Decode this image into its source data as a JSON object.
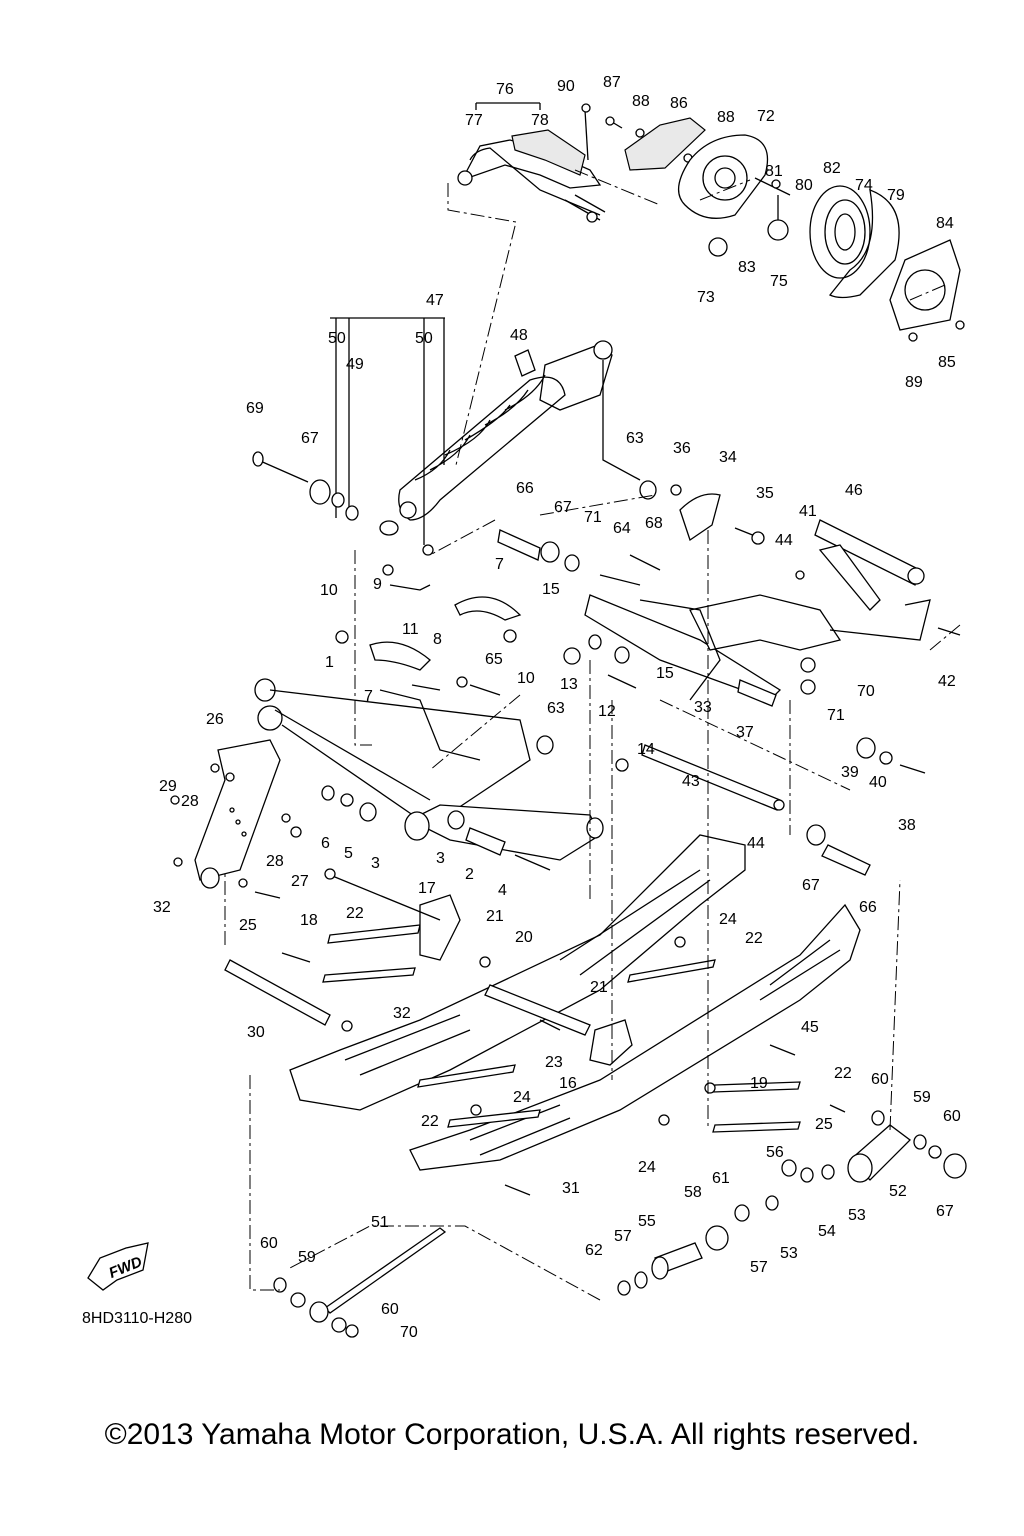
{
  "diagram_code": "8HD3110-H280",
  "fwd_label": "FWD",
  "copyright": "©2013 Yamaha Motor Corporation, U.S.A. All rights reserved.",
  "callouts": [
    {
      "id": "76",
      "label": "76"
    },
    {
      "id": "77",
      "label": "77"
    },
    {
      "id": "78",
      "label": "78"
    },
    {
      "id": "90",
      "label": "90"
    },
    {
      "id": "87",
      "label": "87"
    },
    {
      "id": "88a",
      "label": "88"
    },
    {
      "id": "86",
      "label": "86"
    },
    {
      "id": "88b",
      "label": "88"
    },
    {
      "id": "72",
      "label": "72"
    },
    {
      "id": "81",
      "label": "81"
    },
    {
      "id": "82",
      "label": "82"
    },
    {
      "id": "80",
      "label": "80"
    },
    {
      "id": "74",
      "label": "74"
    },
    {
      "id": "79",
      "label": "79"
    },
    {
      "id": "84",
      "label": "84"
    },
    {
      "id": "83",
      "label": "83"
    },
    {
      "id": "75",
      "label": "75"
    },
    {
      "id": "73",
      "label": "73"
    },
    {
      "id": "85",
      "label": "85"
    },
    {
      "id": "89",
      "label": "89"
    },
    {
      "id": "47",
      "label": "47"
    },
    {
      "id": "50a",
      "label": "50"
    },
    {
      "id": "50b",
      "label": "50"
    },
    {
      "id": "48",
      "label": "48"
    },
    {
      "id": "49",
      "label": "49"
    },
    {
      "id": "69",
      "label": "69"
    },
    {
      "id": "67a",
      "label": "67"
    },
    {
      "id": "63a",
      "label": "63"
    },
    {
      "id": "36",
      "label": "36"
    },
    {
      "id": "34",
      "label": "34"
    },
    {
      "id": "35",
      "label": "35"
    },
    {
      "id": "46",
      "label": "46"
    },
    {
      "id": "66a",
      "label": "66"
    },
    {
      "id": "67b",
      "label": "67"
    },
    {
      "id": "71a",
      "label": "71"
    },
    {
      "id": "64",
      "label": "64"
    },
    {
      "id": "68",
      "label": "68"
    },
    {
      "id": "41",
      "label": "41"
    },
    {
      "id": "44a",
      "label": "44"
    },
    {
      "id": "10a",
      "label": "10"
    },
    {
      "id": "9",
      "label": "9"
    },
    {
      "id": "7a",
      "label": "7"
    },
    {
      "id": "11",
      "label": "11"
    },
    {
      "id": "15a",
      "label": "15"
    },
    {
      "id": "8",
      "label": "8"
    },
    {
      "id": "65",
      "label": "65"
    },
    {
      "id": "10b",
      "label": "10"
    },
    {
      "id": "13",
      "label": "13"
    },
    {
      "id": "15b",
      "label": "15"
    },
    {
      "id": "1",
      "label": "1"
    },
    {
      "id": "7b",
      "label": "7"
    },
    {
      "id": "12",
      "label": "12"
    },
    {
      "id": "33",
      "label": "33"
    },
    {
      "id": "70a",
      "label": "70"
    },
    {
      "id": "42",
      "label": "42"
    },
    {
      "id": "71b",
      "label": "71"
    },
    {
      "id": "26",
      "label": "26"
    },
    {
      "id": "63b",
      "label": "63"
    },
    {
      "id": "37",
      "label": "37"
    },
    {
      "id": "14",
      "label": "14"
    },
    {
      "id": "29",
      "label": "29"
    },
    {
      "id": "28a",
      "label": "28"
    },
    {
      "id": "39",
      "label": "39"
    },
    {
      "id": "40",
      "label": "40"
    },
    {
      "id": "38",
      "label": "38"
    },
    {
      "id": "6",
      "label": "6"
    },
    {
      "id": "5",
      "label": "5"
    },
    {
      "id": "3a",
      "label": "3"
    },
    {
      "id": "3b",
      "label": "3"
    },
    {
      "id": "43",
      "label": "43"
    },
    {
      "id": "44b",
      "label": "44"
    },
    {
      "id": "28b",
      "label": "28"
    },
    {
      "id": "2",
      "label": "2"
    },
    {
      "id": "27",
      "label": "27"
    },
    {
      "id": "4",
      "label": "4"
    },
    {
      "id": "32a",
      "label": "32"
    },
    {
      "id": "18",
      "label": "18"
    },
    {
      "id": "17",
      "label": "17"
    },
    {
      "id": "67c",
      "label": "67"
    },
    {
      "id": "66b",
      "label": "66"
    },
    {
      "id": "22a",
      "label": "22"
    },
    {
      "id": "21a",
      "label": "21"
    },
    {
      "id": "24a",
      "label": "24"
    },
    {
      "id": "25a",
      "label": "25"
    },
    {
      "id": "20",
      "label": "20"
    },
    {
      "id": "22b",
      "label": "22"
    },
    {
      "id": "21b",
      "label": "21"
    },
    {
      "id": "30",
      "label": "30"
    },
    {
      "id": "32b",
      "label": "32"
    },
    {
      "id": "45",
      "label": "45"
    },
    {
      "id": "23",
      "label": "23"
    },
    {
      "id": "16",
      "label": "16"
    },
    {
      "id": "19",
      "label": "19"
    },
    {
      "id": "22c",
      "label": "22"
    },
    {
      "id": "60a",
      "label": "60"
    },
    {
      "id": "24b",
      "label": "24"
    },
    {
      "id": "22d",
      "label": "22"
    },
    {
      "id": "59a",
      "label": "59"
    },
    {
      "id": "60b",
      "label": "60"
    },
    {
      "id": "25b",
      "label": "25"
    },
    {
      "id": "24c",
      "label": "24"
    },
    {
      "id": "56",
      "label": "56"
    },
    {
      "id": "61",
      "label": "61"
    },
    {
      "id": "58",
      "label": "58"
    },
    {
      "id": "52",
      "label": "52"
    },
    {
      "id": "67d",
      "label": "67"
    },
    {
      "id": "31",
      "label": "31"
    },
    {
      "id": "54",
      "label": "54"
    },
    {
      "id": "53a",
      "label": "53"
    },
    {
      "id": "53b",
      "label": "53"
    },
    {
      "id": "51",
      "label": "51"
    },
    {
      "id": "55",
      "label": "55"
    },
    {
      "id": "57a",
      "label": "57"
    },
    {
      "id": "57b",
      "label": "57"
    },
    {
      "id": "62",
      "label": "62"
    },
    {
      "id": "60c",
      "label": "60"
    },
    {
      "id": "59b",
      "label": "59"
    },
    {
      "id": "60d",
      "label": "60"
    },
    {
      "id": "70b",
      "label": "70"
    }
  ]
}
